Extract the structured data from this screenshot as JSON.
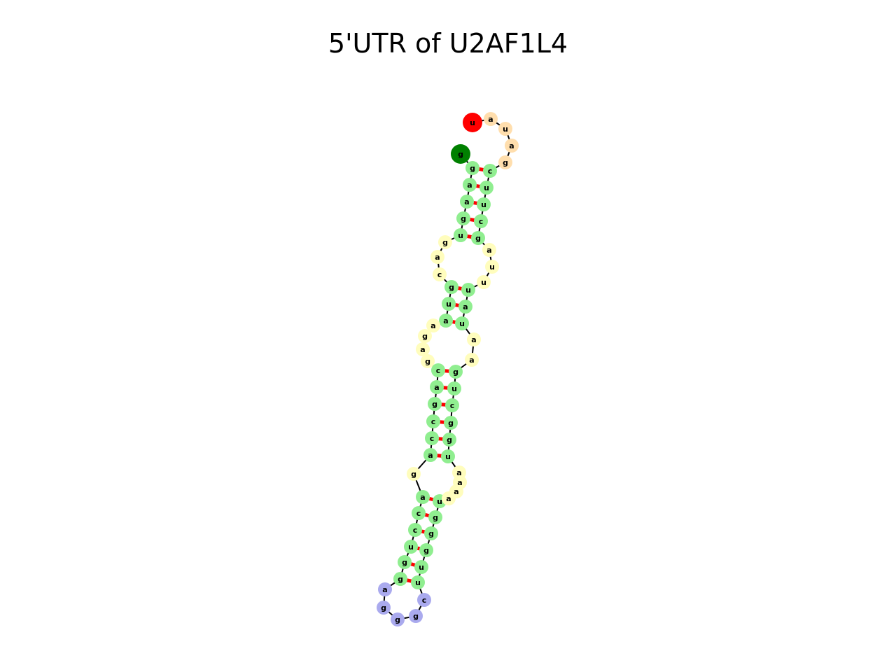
{
  "title": "5'UTR of U2AF1L4",
  "colors": {
    "stem": "#90ee90",
    "interior_loop": "#fffdbd",
    "hairpin_loop": "#aaaaee",
    "three_prime_tail": "#ffdead",
    "five_prime_end": "#008000",
    "three_prime_end": "#ff0000",
    "backbone": "#000000",
    "base_pair": "#ff0000"
  },
  "sequence": [
    {
      "base": "g",
      "type": "five_prime_end"
    },
    {
      "base": "g",
      "type": "stem"
    },
    {
      "base": "a",
      "type": "stem"
    },
    {
      "base": "a",
      "type": "stem"
    },
    {
      "base": "g",
      "type": "stem"
    },
    {
      "base": "u",
      "type": "stem"
    },
    {
      "base": "g",
      "type": "interior_loop"
    },
    {
      "base": "a",
      "type": "interior_loop"
    },
    {
      "base": "c",
      "type": "interior_loop"
    },
    {
      "base": "g",
      "type": "stem"
    },
    {
      "base": "u",
      "type": "stem"
    },
    {
      "base": "a",
      "type": "stem"
    },
    {
      "base": "a",
      "type": "interior_loop"
    },
    {
      "base": "g",
      "type": "interior_loop"
    },
    {
      "base": "a",
      "type": "interior_loop"
    },
    {
      "base": "g",
      "type": "interior_loop"
    },
    {
      "base": "c",
      "type": "stem"
    },
    {
      "base": "a",
      "type": "stem"
    },
    {
      "base": "g",
      "type": "stem"
    },
    {
      "base": "c",
      "type": "stem"
    },
    {
      "base": "c",
      "type": "stem"
    },
    {
      "base": "a",
      "type": "stem"
    },
    {
      "base": "g",
      "type": "interior_loop"
    },
    {
      "base": "a",
      "type": "stem"
    },
    {
      "base": "c",
      "type": "stem"
    },
    {
      "base": "c",
      "type": "stem"
    },
    {
      "base": "u",
      "type": "stem"
    },
    {
      "base": "g",
      "type": "stem"
    },
    {
      "base": "g",
      "type": "stem"
    },
    {
      "base": "a",
      "type": "hairpin_loop"
    },
    {
      "base": "g",
      "type": "hairpin_loop"
    },
    {
      "base": "g",
      "type": "hairpin_loop"
    },
    {
      "base": "g",
      "type": "hairpin_loop"
    },
    {
      "base": "c",
      "type": "hairpin_loop"
    },
    {
      "base": "u",
      "type": "stem"
    },
    {
      "base": "u",
      "type": "stem"
    },
    {
      "base": "g",
      "type": "stem"
    },
    {
      "base": "g",
      "type": "stem"
    },
    {
      "base": "g",
      "type": "stem"
    },
    {
      "base": "u",
      "type": "stem"
    },
    {
      "base": "a",
      "type": "interior_loop"
    },
    {
      "base": "a",
      "type": "interior_loop"
    },
    {
      "base": "a",
      "type": "interior_loop"
    },
    {
      "base": "a",
      "type": "interior_loop"
    },
    {
      "base": "u",
      "type": "stem"
    },
    {
      "base": "g",
      "type": "stem"
    },
    {
      "base": "g",
      "type": "stem"
    },
    {
      "base": "c",
      "type": "stem"
    },
    {
      "base": "u",
      "type": "stem"
    },
    {
      "base": "g",
      "type": "stem"
    },
    {
      "base": "a",
      "type": "interior_loop"
    },
    {
      "base": "a",
      "type": "interior_loop"
    },
    {
      "base": "u",
      "type": "stem"
    },
    {
      "base": "a",
      "type": "stem"
    },
    {
      "base": "u",
      "type": "stem"
    },
    {
      "base": "u",
      "type": "interior_loop"
    },
    {
      "base": "u",
      "type": "interior_loop"
    },
    {
      "base": "a",
      "type": "interior_loop"
    },
    {
      "base": "g",
      "type": "stem"
    },
    {
      "base": "c",
      "type": "stem"
    },
    {
      "base": "u",
      "type": "stem"
    },
    {
      "base": "u",
      "type": "stem"
    },
    {
      "base": "c",
      "type": "stem"
    },
    {
      "base": "g",
      "type": "three_prime_tail"
    },
    {
      "base": "a",
      "type": "three_prime_tail"
    },
    {
      "base": "u",
      "type": "three_prime_tail"
    },
    {
      "base": "a",
      "type": "three_prime_tail"
    },
    {
      "base": "u",
      "type": "three_prime_end"
    }
  ],
  "base_pairs": [
    [
      1,
      62
    ],
    [
      2,
      61
    ],
    [
      3,
      60
    ],
    [
      4,
      59
    ],
    [
      5,
      58
    ],
    [
      9,
      54
    ],
    [
      10,
      53
    ],
    [
      11,
      52
    ],
    [
      16,
      49
    ],
    [
      17,
      48
    ],
    [
      18,
      47
    ],
    [
      19,
      46
    ],
    [
      20,
      45
    ],
    [
      21,
      44
    ],
    [
      23,
      39
    ],
    [
      24,
      38
    ],
    [
      25,
      37
    ],
    [
      26,
      36
    ],
    [
      27,
      35
    ],
    [
      28,
      34
    ]
  ]
}
